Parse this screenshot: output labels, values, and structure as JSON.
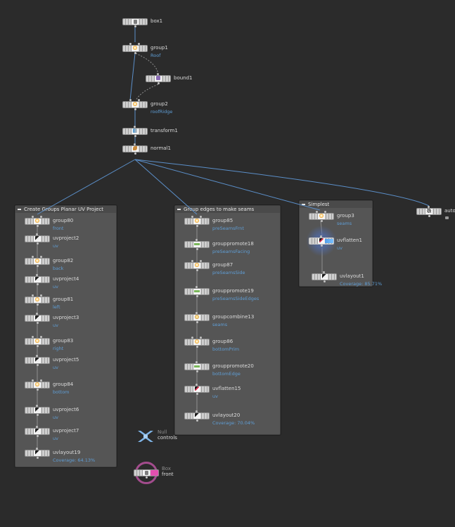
{
  "network": {
    "top_nodes": [
      {
        "id": "box1",
        "name": "box1",
        "sub": "",
        "icon": "box-icon"
      },
      {
        "id": "group1",
        "name": "group1",
        "sub": "Roof",
        "icon": "group-icon"
      },
      {
        "id": "bound1",
        "name": "bound1",
        "sub": "",
        "icon": "bound-icon"
      },
      {
        "id": "group2",
        "name": "group2",
        "sub": "roofRidge",
        "icon": "group-icon"
      },
      {
        "id": "transform1",
        "name": "transform1",
        "sub": "",
        "icon": "transform-icon"
      },
      {
        "id": "normal1",
        "name": "normal1",
        "sub": "",
        "icon": "normal-icon"
      },
      {
        "id": "auto",
        "name": "autom",
        "sub": "",
        "icon": "auto-uv-icon"
      }
    ],
    "netboxes": [
      {
        "title": "Create Groups Planar UV Project",
        "nodes": [
          {
            "name": "group80",
            "sub": "front",
            "icon": "group-icon"
          },
          {
            "name": "uvproject2",
            "sub": "uv",
            "icon": "uvproject-icon"
          },
          {
            "name": "group82",
            "sub": "back",
            "icon": "group-icon"
          },
          {
            "name": "uvproject4",
            "sub": "uv",
            "icon": "uvproject-icon"
          },
          {
            "name": "group81",
            "sub": "left",
            "icon": "group-icon"
          },
          {
            "name": "uvproject3",
            "sub": "uv",
            "icon": "uvproject-icon"
          },
          {
            "name": "group83",
            "sub": "right",
            "icon": "group-icon"
          },
          {
            "name": "uvproject5",
            "sub": "uv",
            "icon": "uvproject-icon"
          },
          {
            "name": "group84",
            "sub": "bottom",
            "icon": "group-icon"
          },
          {
            "name": "uvproject6",
            "sub": "uv",
            "icon": "uvproject-icon"
          },
          {
            "name": "uvproject7",
            "sub": "uv",
            "icon": "uvproject-icon"
          },
          {
            "name": "uvlayout19",
            "sub": "Coverage: 64.13%",
            "icon": "uvlayout-icon"
          }
        ]
      },
      {
        "title": "Group edges to make seams",
        "nodes": [
          {
            "name": "group85",
            "sub": "preSeamsFrnt",
            "icon": "group-icon"
          },
          {
            "name": "grouppromote18",
            "sub": "preSeamsFacing",
            "icon": "grouppromote-icon"
          },
          {
            "name": "group87",
            "sub": "preSeamsSide",
            "icon": "group-icon"
          },
          {
            "name": "grouppromote19",
            "sub": "preSeamsSideEdges",
            "icon": "grouppromote-icon"
          },
          {
            "name": "groupcombine13",
            "sub": "seams",
            "icon": "groupcombine-icon"
          },
          {
            "name": "group86",
            "sub": "bottomPrim",
            "icon": "group-icon"
          },
          {
            "name": "grouppromote20",
            "sub": "bottomEdge",
            "icon": "grouppromote-icon"
          },
          {
            "name": "uvflatten15",
            "sub": "uv",
            "icon": "uvflatten-icon"
          },
          {
            "name": "uvlayout20",
            "sub": "Coverage: 70.04%",
            "icon": "uvlayout-icon"
          }
        ]
      },
      {
        "title": "Simplest",
        "nodes": [
          {
            "name": "group3",
            "sub": "seams",
            "icon": "group-icon"
          },
          {
            "name": "uvflatten1",
            "sub": "uv",
            "icon": "uvflatten-icon"
          },
          {
            "name": "uvlayout1",
            "sub": "Coverage: 85.71%",
            "icon": "uvlayout-icon"
          }
        ]
      }
    ],
    "loose_nodes": [
      {
        "id": "controls",
        "label_top": "Null",
        "name": "controls",
        "icon": "null-controls-icon"
      },
      {
        "id": "front",
        "label_top": "Box",
        "name": "front",
        "icon": "box-icon"
      }
    ],
    "colors": {
      "background": "#2b2b2b",
      "netbox": "#555555",
      "wire": "#5b8fc9",
      "sublabel": "#5f9ed6",
      "bypass": "#e44fb0"
    }
  }
}
